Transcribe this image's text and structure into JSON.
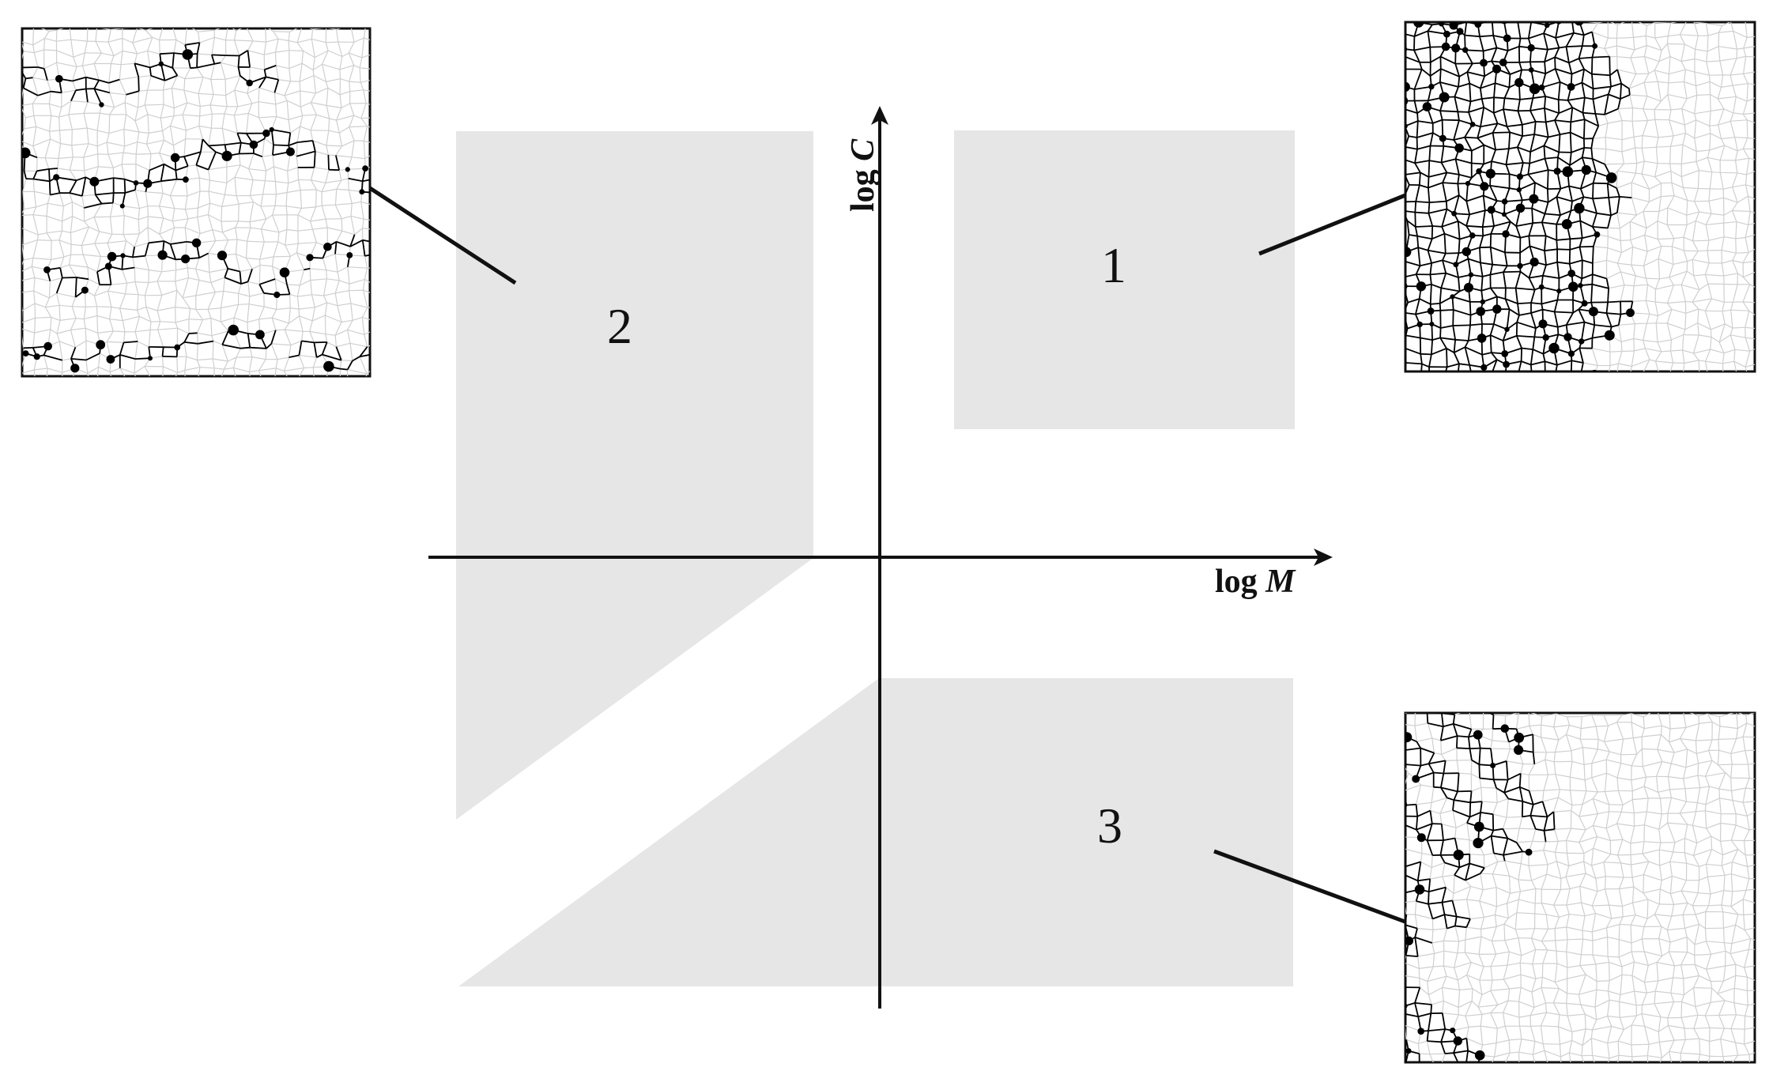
{
  "axes": {
    "x_label_prefix": "log ",
    "x_label_var": "M",
    "y_label_prefix": "log ",
    "y_label_var": "C"
  },
  "regions": [
    {
      "id": "1",
      "label": "1"
    },
    {
      "id": "2",
      "label": "2"
    },
    {
      "id": "3",
      "label": "3"
    }
  ],
  "colors": {
    "region_fill": "#e6e6e6",
    "axis": "#111111",
    "cluster": "#000000",
    "network_faint": "#cfcfcf"
  }
}
